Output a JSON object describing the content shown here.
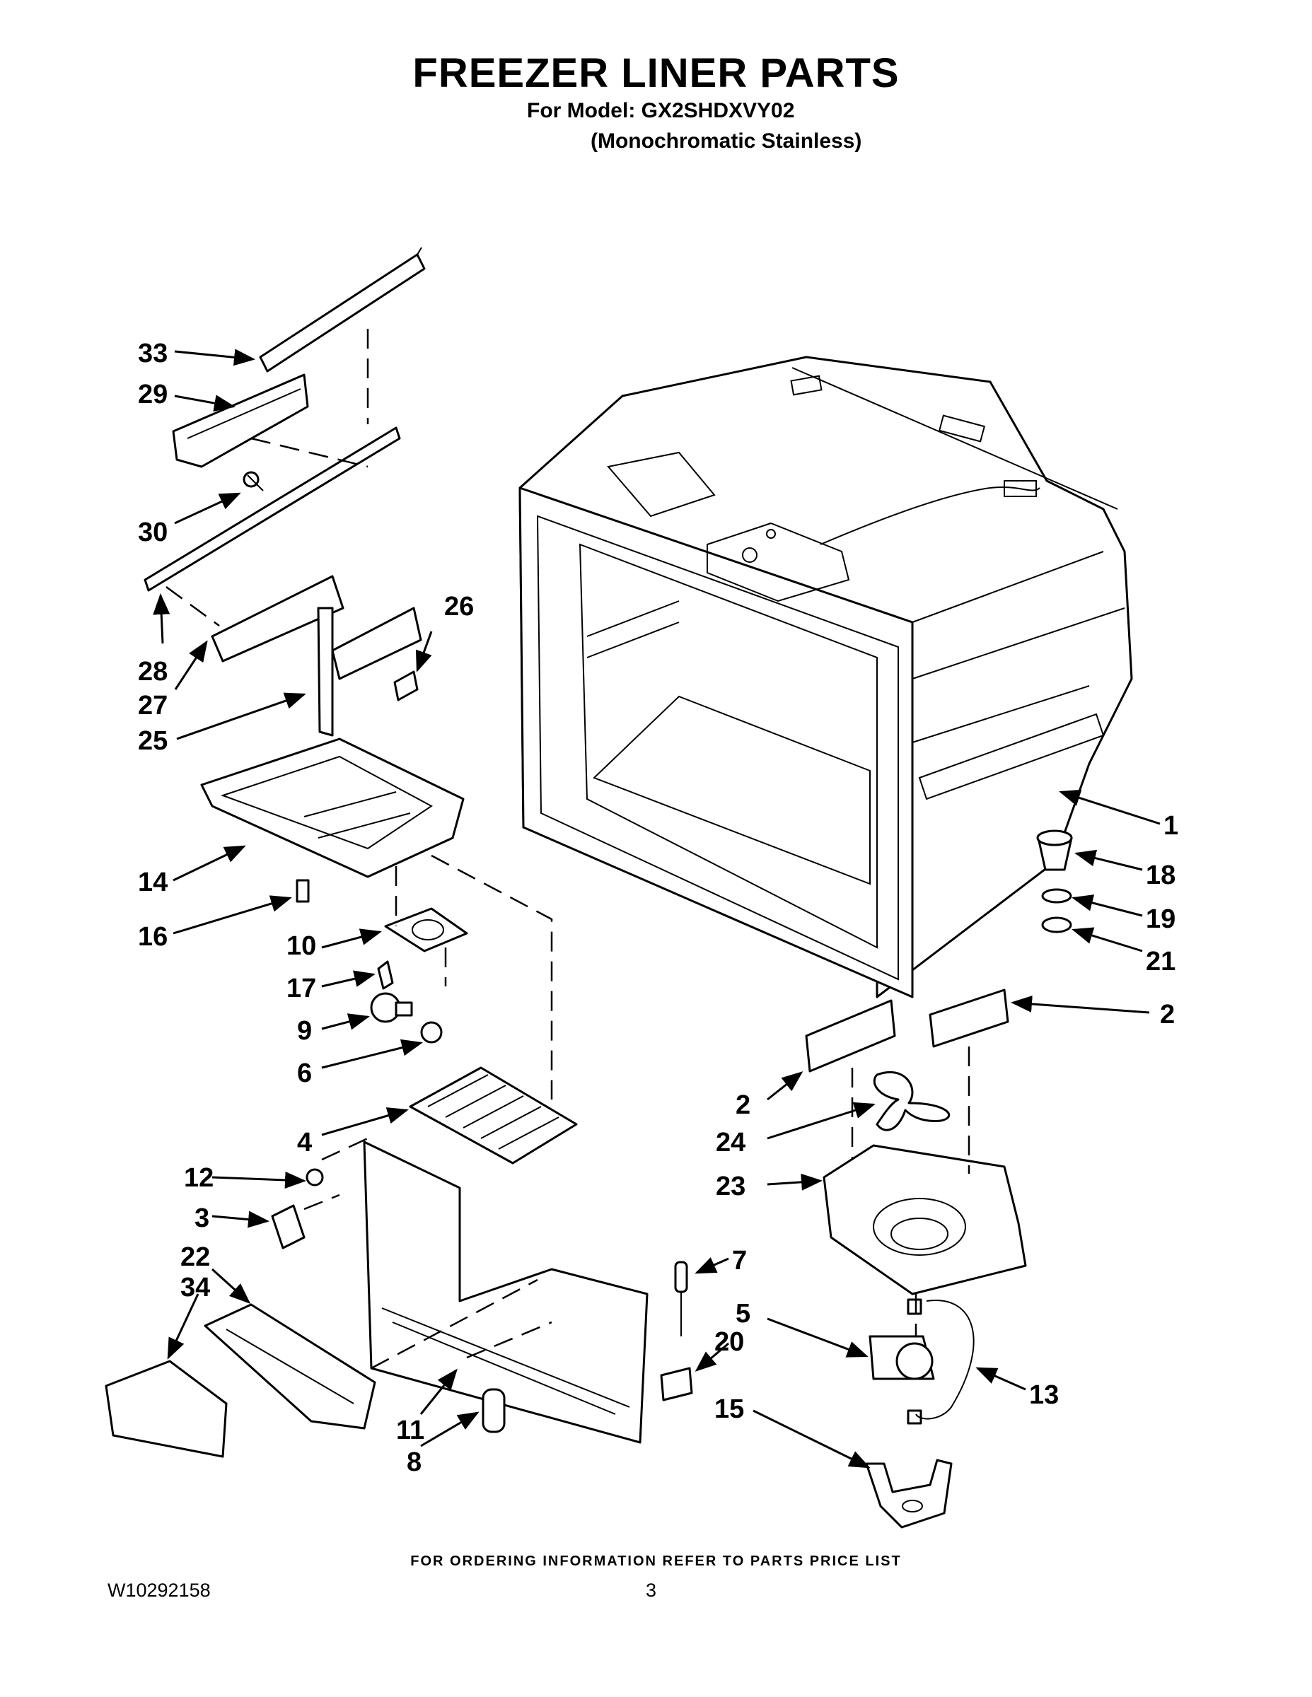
{
  "header": {
    "title": "FREEZER LINER PARTS",
    "model_line": "For Model: GX2SHDXVY02",
    "variant_line": "(Monochromatic Stainless)"
  },
  "callouts": {
    "c33": "33",
    "c29": "29",
    "c30": "30",
    "c28": "28",
    "c27": "27",
    "c26": "26",
    "c25": "25",
    "c14": "14",
    "c16": "16",
    "c10": "10",
    "c17": "17",
    "c9": "9",
    "c6": "6",
    "c4": "4",
    "c12": "12",
    "c3": "3",
    "c22": "22",
    "c34": "34",
    "c11": "11",
    "c8": "8",
    "c1": "1",
    "c18": "18",
    "c19": "19",
    "c21": "21",
    "c2a": "2",
    "c2b": "2",
    "c24": "24",
    "c23": "23",
    "c7": "7",
    "c20": "20",
    "c5": "5",
    "c13": "13",
    "c15": "15"
  },
  "footer": {
    "ordering_note": "FOR ORDERING INFORMATION REFER TO PARTS PRICE LIST",
    "doc_number": "W10292158",
    "page_number": "3"
  }
}
